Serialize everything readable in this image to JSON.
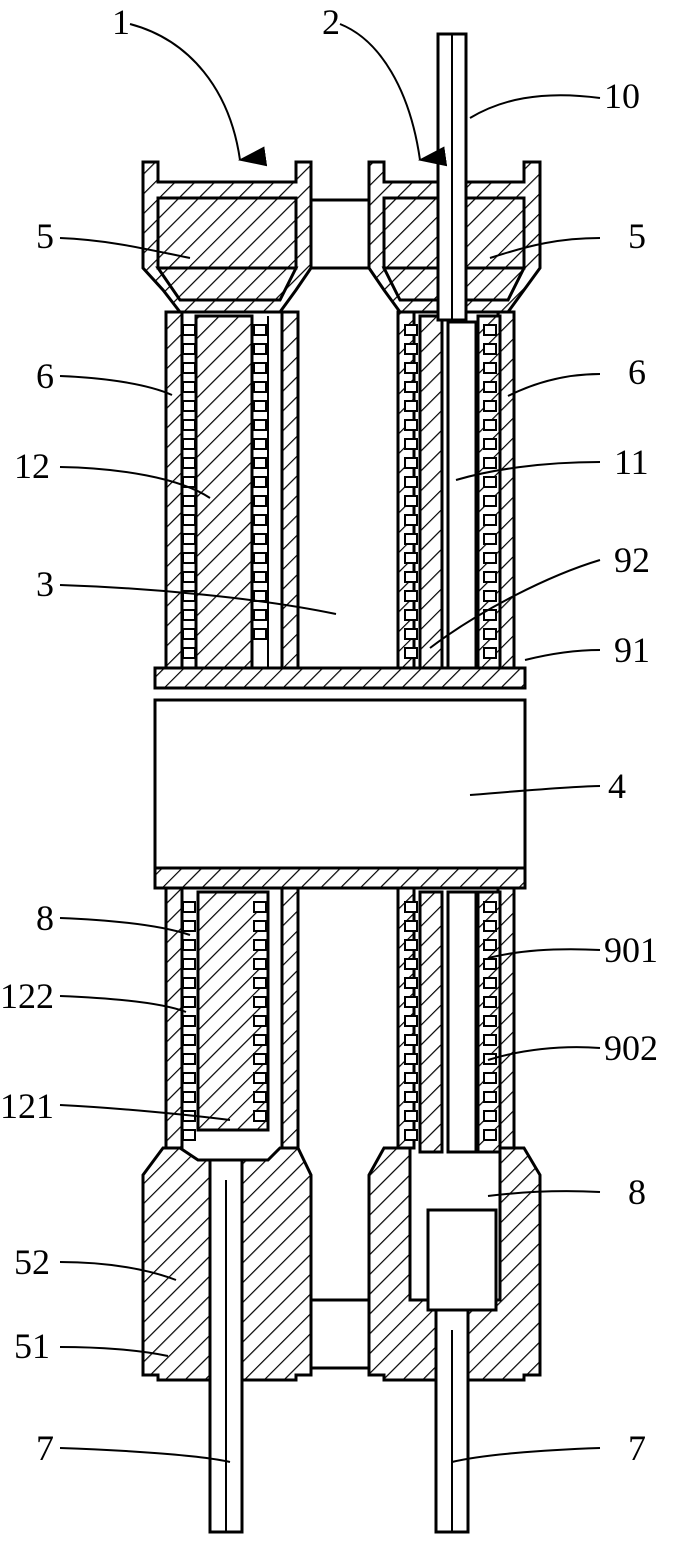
{
  "figure": {
    "labels": {
      "l1": "1",
      "l2": "2",
      "l10": "10",
      "l5a": "5",
      "l5b": "5",
      "l6a": "6",
      "l6b": "6",
      "l12": "12",
      "l11": "11",
      "l3": "3",
      "l92": "92",
      "l91": "91",
      "l4": "4",
      "l8a": "8",
      "l901": "901",
      "l122": "122",
      "l902": "902",
      "l121": "121",
      "l8b": "8",
      "l52": "52",
      "l51": "51",
      "l7a": "7",
      "l7b": "7"
    }
  }
}
